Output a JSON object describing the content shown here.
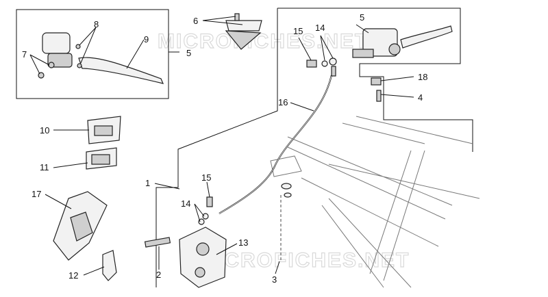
{
  "watermark": "MICROFICHES.NET",
  "callouts": {
    "c1": "1",
    "c2": "2",
    "c3": "3",
    "c4": "4",
    "c5a": "5",
    "c5b": "5",
    "c6": "6",
    "c7": "7",
    "c8": "8",
    "c9": "9",
    "c10": "10",
    "c11": "11",
    "c12": "12",
    "c13": "13",
    "c14a": "14",
    "c14b": "14",
    "c15a": "15",
    "c15b": "15",
    "c16": "16",
    "c17": "17",
    "c18": "18"
  }
}
